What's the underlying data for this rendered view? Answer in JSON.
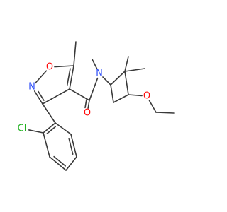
{
  "structure": {
    "atoms": [
      {
        "id": "a1",
        "element": "C",
        "label": ""
      },
      {
        "id": "a2",
        "element": "C",
        "label": ""
      },
      {
        "id": "a3",
        "element": "O",
        "label": "O"
      },
      {
        "id": "a4",
        "element": "N",
        "label": "N"
      },
      {
        "id": "a5",
        "element": "C",
        "label": ""
      },
      {
        "id": "a6",
        "element": "C",
        "label": ""
      },
      {
        "id": "a7",
        "element": "C",
        "label": ""
      },
      {
        "id": "a8",
        "element": "O",
        "label": "O"
      },
      {
        "id": "a9",
        "element": "N",
        "label": "N"
      },
      {
        "id": "a10",
        "element": "C",
        "label": ""
      },
      {
        "id": "a11",
        "element": "C",
        "label": ""
      },
      {
        "id": "a12",
        "element": "C",
        "label": ""
      },
      {
        "id": "a13",
        "element": "C",
        "label": ""
      },
      {
        "id": "a14",
        "element": "C",
        "label": ""
      },
      {
        "id": "a15",
        "element": "C",
        "label": ""
      },
      {
        "id": "a16",
        "element": "C",
        "label": ""
      },
      {
        "id": "a17",
        "element": "O",
        "label": "O"
      },
      {
        "id": "a18",
        "element": "C",
        "label": ""
      },
      {
        "id": "a19",
        "element": "C",
        "label": ""
      },
      {
        "id": "a20",
        "element": "C",
        "label": ""
      },
      {
        "id": "a21",
        "element": "C",
        "label": ""
      },
      {
        "id": "a22",
        "element": "C",
        "label": ""
      },
      {
        "id": "a23",
        "element": "C",
        "label": ""
      },
      {
        "id": "a24",
        "element": "C",
        "label": ""
      },
      {
        "id": "a25",
        "element": "C",
        "label": ""
      },
      {
        "id": "a26",
        "element": "Cl",
        "label": "Cl"
      }
    ],
    "bonds": [
      {
        "from": "a1",
        "to": "a2",
        "order": 1
      },
      {
        "from": "a2",
        "to": "a3",
        "order": 1
      },
      {
        "from": "a3",
        "to": "a4",
        "order": 1
      },
      {
        "from": "a4",
        "to": "a5",
        "order": 2
      },
      {
        "from": "a5",
        "to": "a6",
        "order": 1
      },
      {
        "from": "a6",
        "to": "a2",
        "order": 2
      },
      {
        "from": "a6",
        "to": "a7",
        "order": 1
      },
      {
        "from": "a7",
        "to": "a8",
        "order": 2
      },
      {
        "from": "a7",
        "to": "a9",
        "order": 1
      },
      {
        "from": "a9",
        "to": "a10",
        "order": 1
      },
      {
        "from": "a9",
        "to": "a11",
        "order": 1
      },
      {
        "from": "a11",
        "to": "a12",
        "order": 1
      },
      {
        "from": "a12",
        "to": "a13",
        "order": 1
      },
      {
        "from": "a12",
        "to": "a14",
        "order": 1
      },
      {
        "from": "a12",
        "to": "a15",
        "order": 1
      },
      {
        "from": "a15",
        "to": "a16",
        "order": 1
      },
      {
        "from": "a16",
        "to": "a11",
        "order": 1
      },
      {
        "from": "a15",
        "to": "a17",
        "order": 1
      },
      {
        "from": "a17",
        "to": "a18",
        "order": 1
      },
      {
        "from": "a18",
        "to": "a19",
        "order": 1
      },
      {
        "from": "a5",
        "to": "a20",
        "order": 1
      },
      {
        "from": "a20",
        "to": "a21",
        "order": 2
      },
      {
        "from": "a21",
        "to": "a22",
        "order": 1
      },
      {
        "from": "a22",
        "to": "a23",
        "order": 2
      },
      {
        "from": "a23",
        "to": "a24",
        "order": 1
      },
      {
        "from": "a24",
        "to": "a25",
        "order": 2
      },
      {
        "from": "a25",
        "to": "a20",
        "order": 1
      },
      {
        "from": "a21",
        "to": "a26",
        "order": 1
      }
    ]
  },
  "colors": {
    "bond": "#3a3a3a",
    "O": "#ff0d0d",
    "N": "#3050f8",
    "Cl": "#1fb01f"
  }
}
